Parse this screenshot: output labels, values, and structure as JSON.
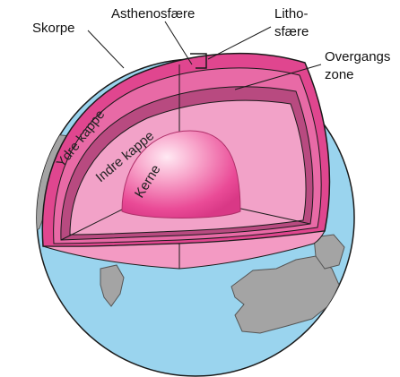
{
  "labels": {
    "skorpe": "Skorpe",
    "asthenosfaere": "Asthenosfære",
    "litho_1": "Litho-",
    "litho_2": "sfære",
    "overgang_1": "Overgangs",
    "overgang_2": "zone",
    "ydre_kappe": "Ydre kappe",
    "indre_kappe": "Indre kappe",
    "kerne": "Kerne"
  },
  "colors": {
    "ocean": "#9ad4ee",
    "land": "#a4a4a4",
    "crust": "#e0468f",
    "outer_mantle": "#e86aa6",
    "transition_zone": "#b84a80",
    "inner_mantle": "#f2a2c8",
    "core": "#f04f9c",
    "outline": "#1a1a1a"
  },
  "icons": {
    "lithosphere_marker": "bracket-icon"
  }
}
